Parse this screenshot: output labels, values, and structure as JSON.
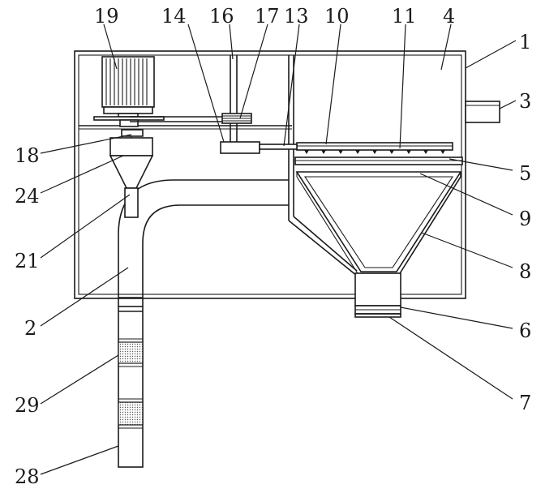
{
  "labels": {
    "l1": "1",
    "l2": "2",
    "l3": "3",
    "l4": "4",
    "l5": "5",
    "l6": "6",
    "l7": "7",
    "l8": "8",
    "l9": "9",
    "l10": "10",
    "l11": "11",
    "l13": "13",
    "l14": "14",
    "l16": "16",
    "l17": "17",
    "l18": "18",
    "l19": "19",
    "l21": "21",
    "l24": "24",
    "l28": "28",
    "l29": "29"
  }
}
